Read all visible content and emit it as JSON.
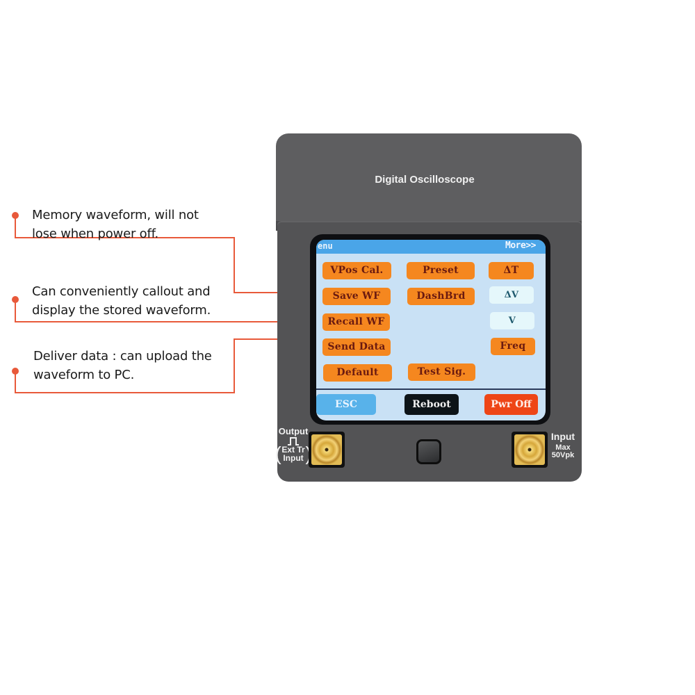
{
  "callouts": [
    {
      "lines": [
        "Memory waveform, will not",
        "lose when power off."
      ],
      "target": "Save WF"
    },
    {
      "lines": [
        "Can conveniently callout and",
        "display the stored waveform."
      ],
      "target": "Recall WF"
    },
    {
      "lines": [
        "Deliver data : can upload the",
        "waveform to PC."
      ],
      "target": "Send Data"
    }
  ],
  "device": {
    "title": "Digital Oscilloscope",
    "screen": {
      "menu_label": "enu",
      "more_label": "More>>",
      "buttons": {
        "vpos_cal": "VPos Cal.",
        "preset": "Preset",
        "delta_t": "ΔT",
        "save_wf": "Save WF",
        "dashbrd": "DashBrd",
        "delta_v": "ΔV",
        "recall_wf": "Recall WF",
        "v": "V",
        "send_data": "Send Data",
        "freq": "Freq",
        "default": "Default",
        "test_sig": "Test Sig."
      },
      "bottom_buttons": {
        "esc": "ESC",
        "reboot": "Reboot",
        "pwr_off": "Pwr Off"
      }
    },
    "ports": {
      "output": {
        "label": "Output",
        "sub1": "Ext Tr",
        "sub2": "Input",
        "icon": "square-pulse-icon"
      },
      "input": {
        "label": "Input",
        "sub1": "Max",
        "sub2": "50Vpk"
      }
    }
  },
  "colors": {
    "accent": "#e8593a",
    "button_orange": "#f5871f",
    "button_light": "#e5f7fb",
    "esc": "#58b2ea",
    "reboot": "#0d1418",
    "pwr_off": "#ee4516",
    "screen_bg": "#c9e1f5",
    "header_bg": "#4aa5e8",
    "device_body": "#535355"
  }
}
